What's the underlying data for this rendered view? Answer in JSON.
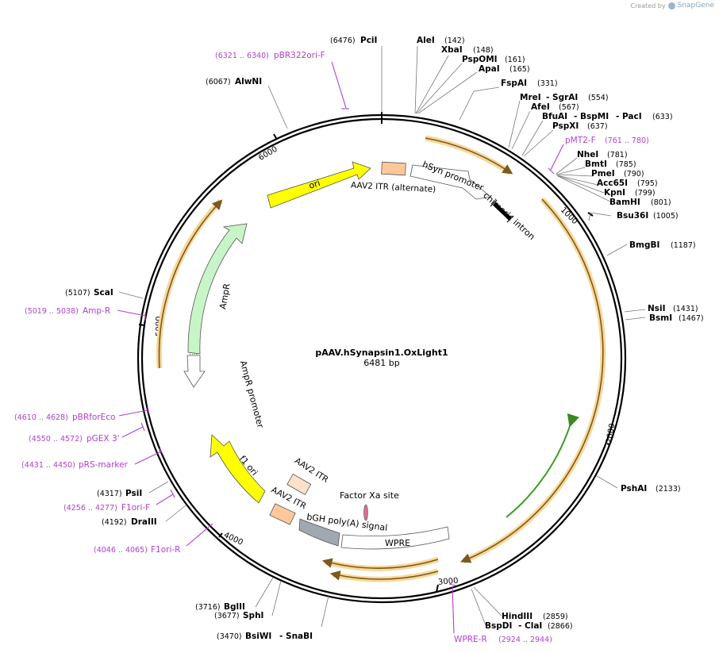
{
  "credit": {
    "prefix": "Created by",
    "brand": "SnapGene"
  },
  "plasmid": {
    "name": "pAAV.hSynapsin1.OxLight1",
    "length_label": "6481 bp",
    "length": 6481
  },
  "colors": {
    "ring": "#000000",
    "enzyme_text": "#000000",
    "num_text": "#000000",
    "primer": "#b040d0",
    "orange": "#f5c060",
    "green": "#3fa030",
    "ori": "#ffff00",
    "ampr": "#c8f5c8",
    "itr": "#ffc89a",
    "bgh": "#a0a8b0"
  },
  "ticks": [
    "1000",
    "2000",
    "3000",
    "4000",
    "5000",
    "6000"
  ],
  "enzymes": [
    {
      "name": "PciI",
      "pos": "(6476)"
    },
    {
      "name": "AleI",
      "pos": "(142)"
    },
    {
      "name": "XbaI",
      "pos": "(148)"
    },
    {
      "name": "PspOMI",
      "pos": "(161)"
    },
    {
      "name": "ApaI",
      "pos": "(165)"
    },
    {
      "name": "FspAI",
      "pos": "(331)"
    },
    {
      "name": "MreI",
      "pos": ""
    },
    {
      "name": "- SgrAI",
      "pos": "(554)"
    },
    {
      "name": "AfeI",
      "pos": "(567)"
    },
    {
      "name": "BfuAI",
      "pos": ""
    },
    {
      "name": "- BspMI",
      "pos": ""
    },
    {
      "name": "- PacI",
      "pos": "(633)"
    },
    {
      "name": "PspXI",
      "pos": "(637)"
    },
    {
      "name": "NheI",
      "pos": "(781)"
    },
    {
      "name": "BmtI",
      "pos": "(785)"
    },
    {
      "name": "PmeI",
      "pos": "(790)"
    },
    {
      "name": "Acc65I",
      "pos": "(795)"
    },
    {
      "name": "KpnI",
      "pos": "(799)"
    },
    {
      "name": "BamHI",
      "pos": "(801)"
    },
    {
      "name": "Bsu36I",
      "pos": "(1005)"
    },
    {
      "name": "BmgBI",
      "pos": "(1187)"
    },
    {
      "name": "NsiI",
      "pos": "(1431)"
    },
    {
      "name": "BsmI",
      "pos": "(1467)"
    },
    {
      "name": "PshAI",
      "pos": "(2133)"
    },
    {
      "name": "HindIII",
      "pos": "(2859)"
    },
    {
      "name": "BspDI",
      "pos": ""
    },
    {
      "name": "- ClaI",
      "pos": "(2866)"
    },
    {
      "name": "BsiWI",
      "pos": "(3470)"
    },
    {
      "name": "- SnaBI",
      "pos": ""
    },
    {
      "name": "SphI",
      "pos": "(3677)"
    },
    {
      "name": "BglII",
      "pos": "(3716)"
    },
    {
      "name": "DraIII",
      "pos": "(4192)"
    },
    {
      "name": "PsiI",
      "pos": "(4317)"
    },
    {
      "name": "ScaI",
      "pos": "(5107)"
    },
    {
      "name": "AlwNI",
      "pos": "(6067)"
    }
  ],
  "primers": [
    {
      "name": "pBR322ori-F",
      "range": "(6321 .. 6340)"
    },
    {
      "name": "pMT2-F",
      "range": "(761 .. 780)"
    },
    {
      "name": "WPRE-R",
      "range": "(2924 .. 2944)"
    },
    {
      "name": "F1ori-R",
      "range": "(4046 .. 4065)"
    },
    {
      "name": "F1ori-F",
      "range": "(4256 .. 4277)"
    },
    {
      "name": "pRS-marker",
      "range": "(4431 .. 4450)"
    },
    {
      "name": "pGEX 3'",
      "range": "(4550 .. 4572)"
    },
    {
      "name": "pBRforEco",
      "range": "(4610 .. 4628)"
    },
    {
      "name": "Amp-R",
      "range": "(5019 .. 5038)"
    }
  ],
  "features": [
    {
      "label": "ori"
    },
    {
      "label": "AAV2 ITR (alternate)"
    },
    {
      "label": "hSyn promoter"
    },
    {
      "label": "chimeric intron"
    },
    {
      "label": "AmpR"
    },
    {
      "label": "AmpR promoter"
    },
    {
      "label": "f1 ori"
    },
    {
      "label": "AAV2 ITR"
    },
    {
      "label": "AAV2 ITR"
    },
    {
      "label": "Factor Xa site"
    },
    {
      "label": "bGH poly(A) signal"
    },
    {
      "label": "WPRE"
    }
  ]
}
